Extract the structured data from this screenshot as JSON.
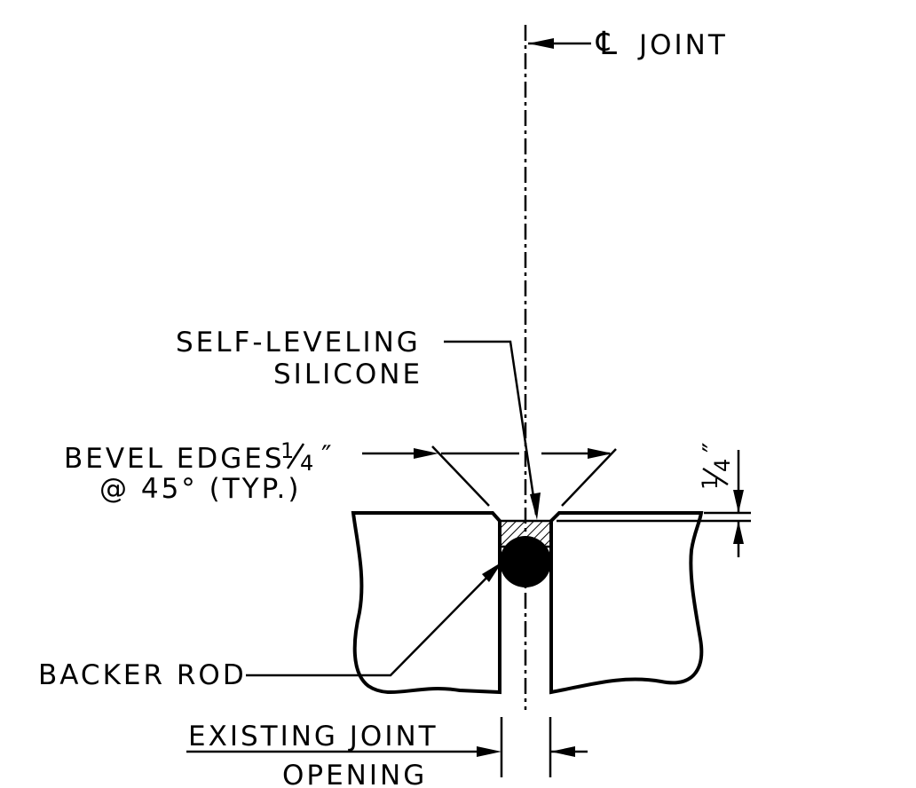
{
  "labels": {
    "centerline_symbol": "℄",
    "centerline_text": "JOINT",
    "silicone_line1": "SELF-LEVELING",
    "silicone_line2": "SILICONE",
    "bevel_line1_text": "BEVEL EDGES",
    "bevel_fraction_num": "1",
    "bevel_fraction_den": "4",
    "bevel_inch": "″",
    "bevel_line2": "@ 45° (TYP.)",
    "backer_rod": "BACKER ROD",
    "opening_line1": "EXISTING JOINT",
    "opening_line2": "OPENING",
    "dim_fraction_num": "1",
    "dim_fraction_den": "4",
    "dim_inch": "″"
  },
  "colors": {
    "line": "#000000",
    "background": "#ffffff"
  }
}
